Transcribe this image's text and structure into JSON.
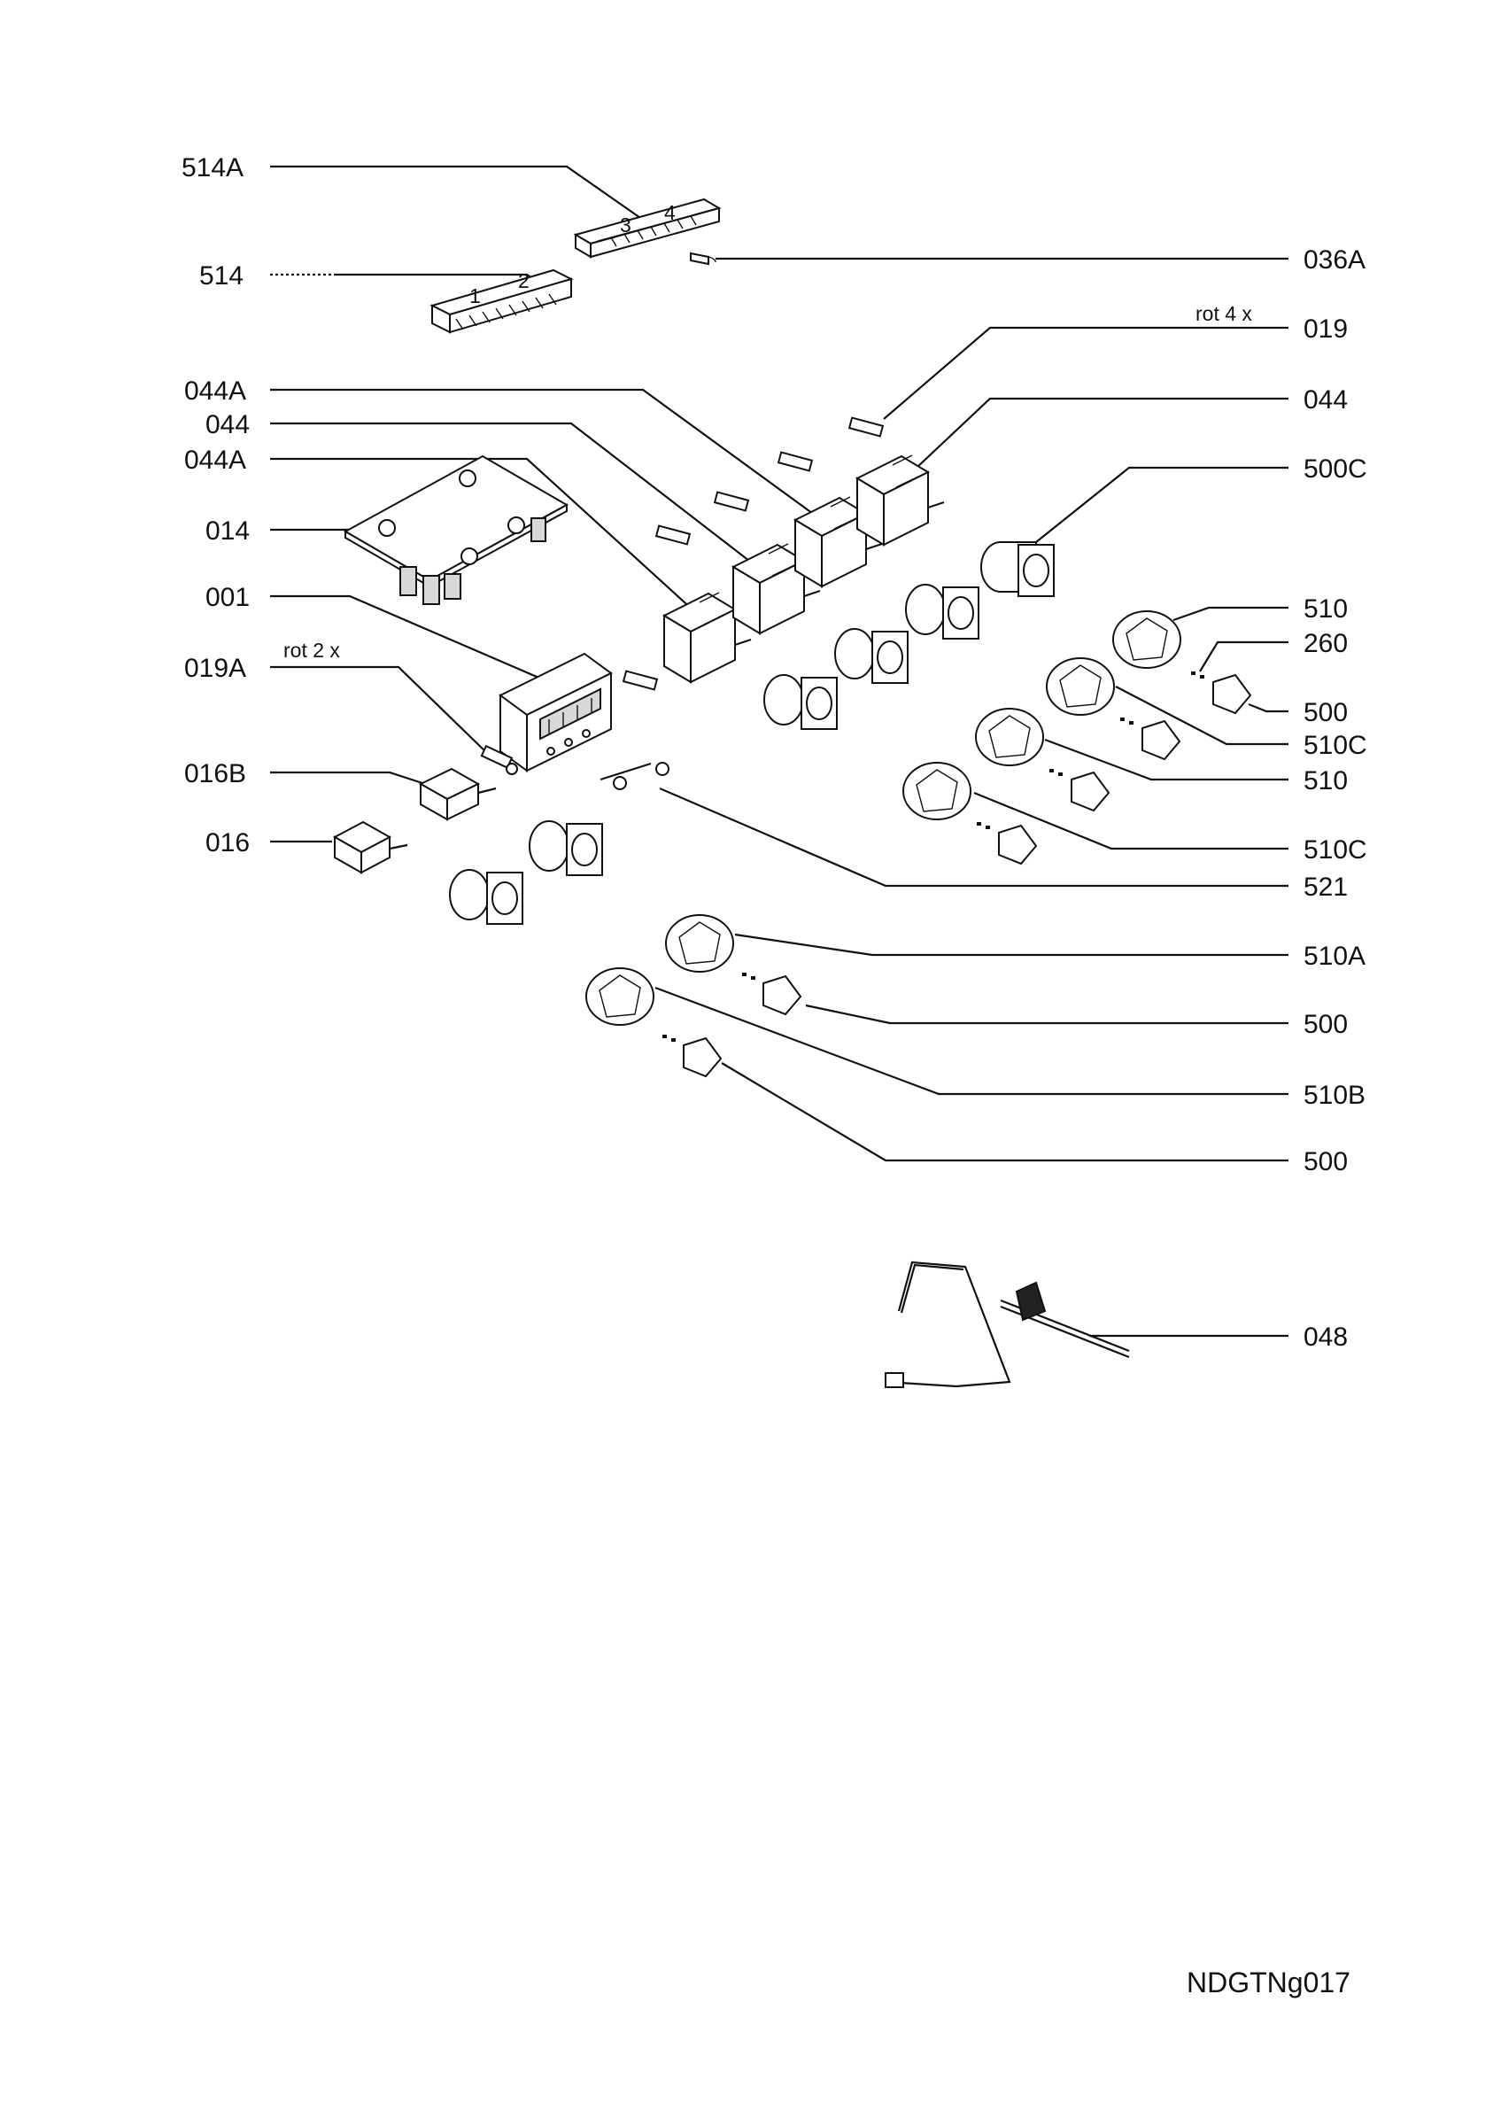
{
  "labels": {
    "l514A": "514A",
    "l514": "514",
    "l036A": "036A",
    "l019": "019",
    "l044A_1": "044A",
    "l044_left": "044",
    "l044A_2": "044A",
    "l044_right": "044",
    "l500C": "500C",
    "l014": "014",
    "l001": "001",
    "l510_1": "510",
    "l260": "260",
    "l019A": "019A",
    "l500_1": "500",
    "l510C_1": "510C",
    "l016B": "016B",
    "l510_2": "510",
    "l016": "016",
    "l510C_2": "510C",
    "l521": "521",
    "l510A": "510A",
    "l500_2": "500",
    "l510B": "510B",
    "l500_3": "500",
    "l048": "048"
  },
  "notes": {
    "rot4": "rot  4 x",
    "rot2": "rot  2 x"
  },
  "drawing_code": "NDGTNg017"
}
